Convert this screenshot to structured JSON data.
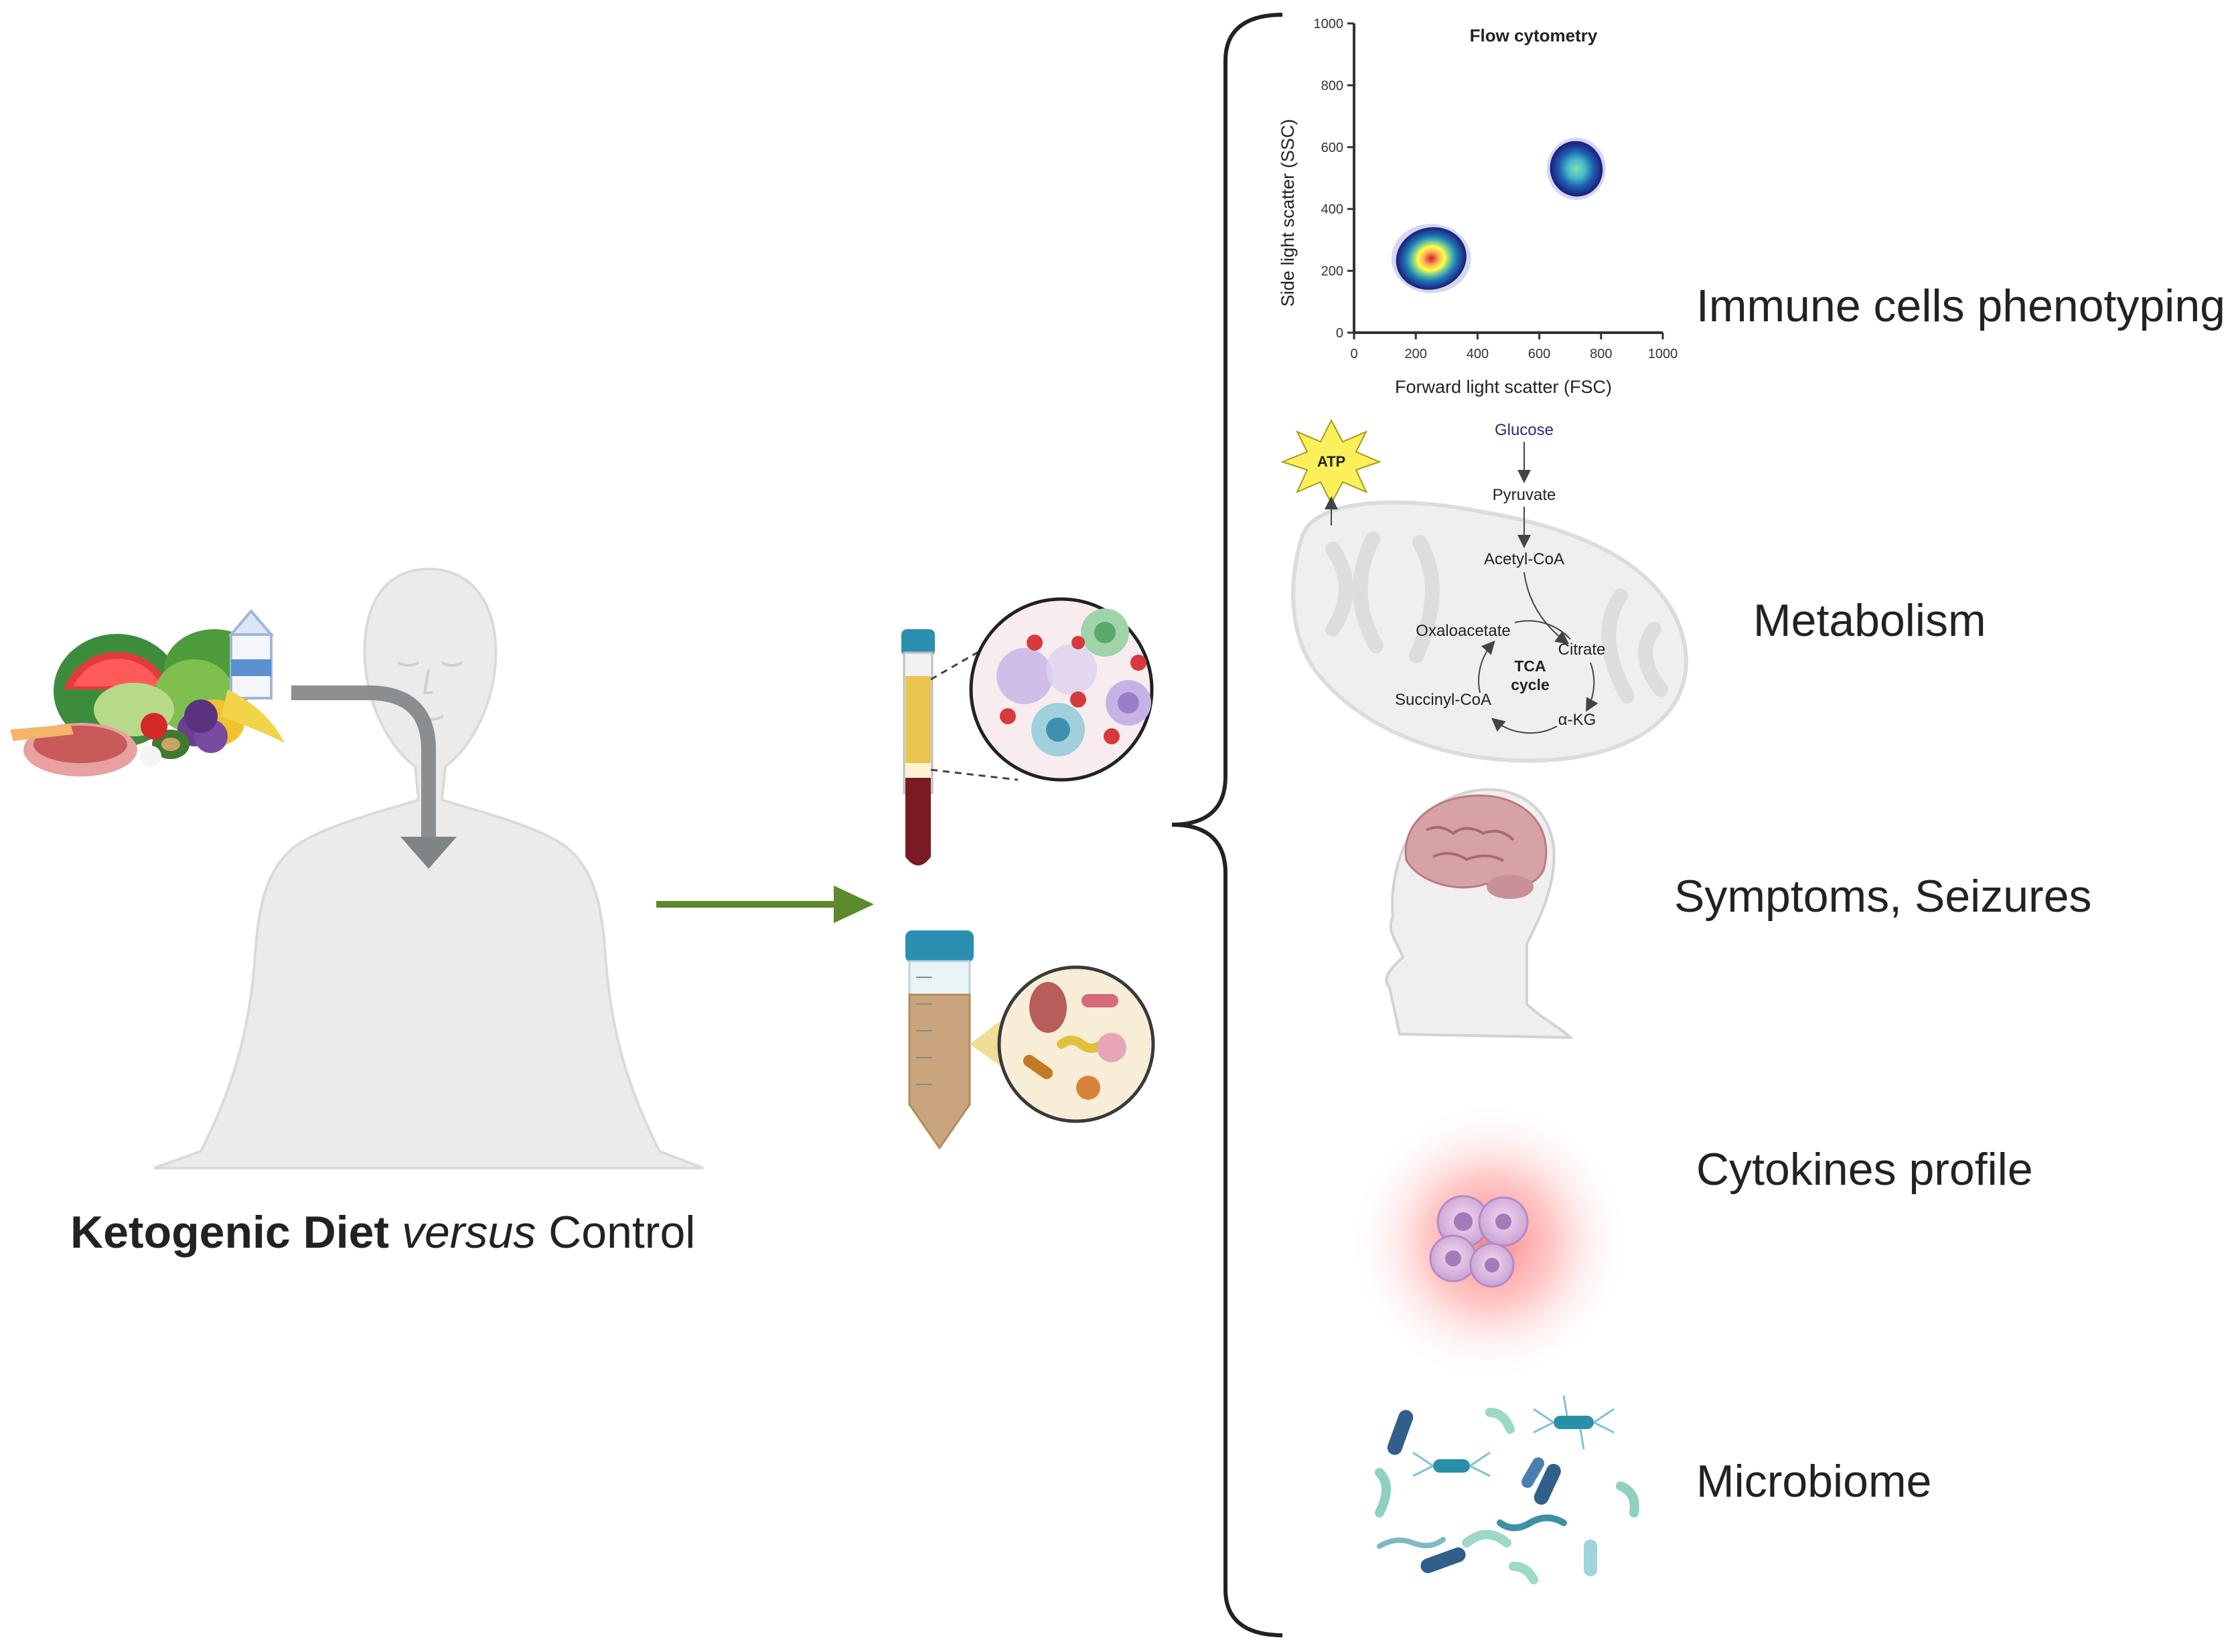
{
  "caption": {
    "bold": "Ketogenic Diet",
    "italic": "versus",
    "regular": "Control"
  },
  "outcomes": {
    "immune": "Immune cells phenotyping",
    "metabolism": "Metabolism",
    "symptoms": "Symptoms, Seizures",
    "cytokines": "Cytokines profile",
    "microbiome": "Microbiome"
  },
  "flow": {
    "title": "Flow cytometry",
    "xlabel": "Forward light scatter (FSC)",
    "ylabel": "Side light scatter (SSC)",
    "xticks": [
      "0",
      "200",
      "400",
      "600",
      "800",
      "1000"
    ],
    "yticks": [
      "0",
      "200",
      "400",
      "600",
      "800",
      "1000"
    ]
  },
  "chart_data": {
    "type": "scatter",
    "title": "Flow cytometry",
    "xlabel": "Forward light scatter (FSC)",
    "ylabel": "Side light scatter (SSC)",
    "xlim": [
      0,
      1000
    ],
    "ylim": [
      0,
      1000
    ],
    "xticks": [
      0,
      200,
      400,
      600,
      800,
      1000
    ],
    "yticks": [
      0,
      200,
      400,
      600,
      800,
      1000
    ],
    "series": [
      {
        "center": [
          250,
          240
        ],
        "spread": [
          230,
          200
        ]
      },
      {
        "center": [
          720,
          530
        ],
        "spread": [
          170,
          180
        ]
      }
    ]
  },
  "metabolism": {
    "atp": "ATP",
    "glucose": "Glucose",
    "pyruvate": "Pyruvate",
    "acetyl": "Acetyl-CoA",
    "oxaloacetate": "Oxaloacetate",
    "citrate": "Citrate",
    "tca1": "TCA",
    "tca2": "cycle",
    "succinyl": "Succinyl-CoA",
    "akg": "α-KG"
  },
  "colors": {
    "arrow_gray": "#7f8486",
    "arrow_green": "#5a8a2a",
    "bracket": "#222222",
    "blood_plasma": "#e9c54f",
    "blood_red": "#7a1a22",
    "stool": "#caa47c",
    "cap_blue": "#2a8fb0"
  }
}
